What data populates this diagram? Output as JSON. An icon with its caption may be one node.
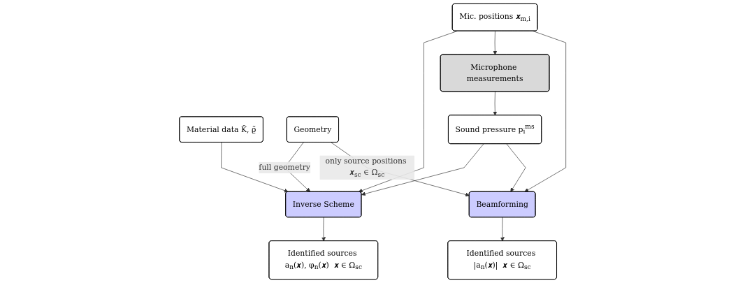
{
  "diagram": {
    "nodes": [
      {
        "text": [
          "Mic. positions 𝒙$_{m,i}$"
        ]
      },
      {
        "text": [
          "Material data K̃, ϱ̃"
        ]
      },
      {
        "text": [
          "Microphone measurements"
        ]
      },
      {
        "text": [
          "Geometry"
        ]
      },
      {
        "text": [
          "Beamforming"
        ]
      },
      {
        "text": [
          "Sound pressure p$_{i}$$^{ms}$"
        ]
      },
      {
        "text": [
          "Inverse Scheme"
        ]
      },
      {
        "text": [
          "Identified sources |a$_{n}$(𝒙)|  𝒙 ∈ Ω$_{sc}$"
        ]
      },
      {
        "text": [
          "Identified sources a$_{n}$(𝒙), φ$_{n}$(𝒙)  𝒙 ∈ Ω$_{sc}$"
        ]
      }
    ],
    "edges": [
      {
        "from": 0,
        "to": 4,
        "arrow": "to"
      },
      {
        "from": 0,
        "to": 2,
        "arrow": "to"
      },
      {
        "from": 0,
        "to": 6,
        "arrow": "to"
      },
      {
        "from": 1,
        "to": 6,
        "arrow": "to"
      },
      {
        "from": 3,
        "to": 4,
        "arrow": "to",
        "label": "only source positions 𝒙$_{sc}$ ∈ Ω$_{sc}$"
      },
      {
        "from": 3,
        "to": 6,
        "arrow": "to",
        "label": "full geometry"
      },
      {
        "from": 2,
        "to": 5,
        "arrow": "to"
      },
      {
        "from": 5,
        "to": 4,
        "arrow": "to"
      },
      {
        "from": 5,
        "to": 6,
        "arrow": "to"
      },
      {
        "from": 4,
        "to": 7,
        "arrow": "to"
      },
      {
        "from": 6,
        "to": 8,
        "arrow": "to"
      }
    ]
  }
}
